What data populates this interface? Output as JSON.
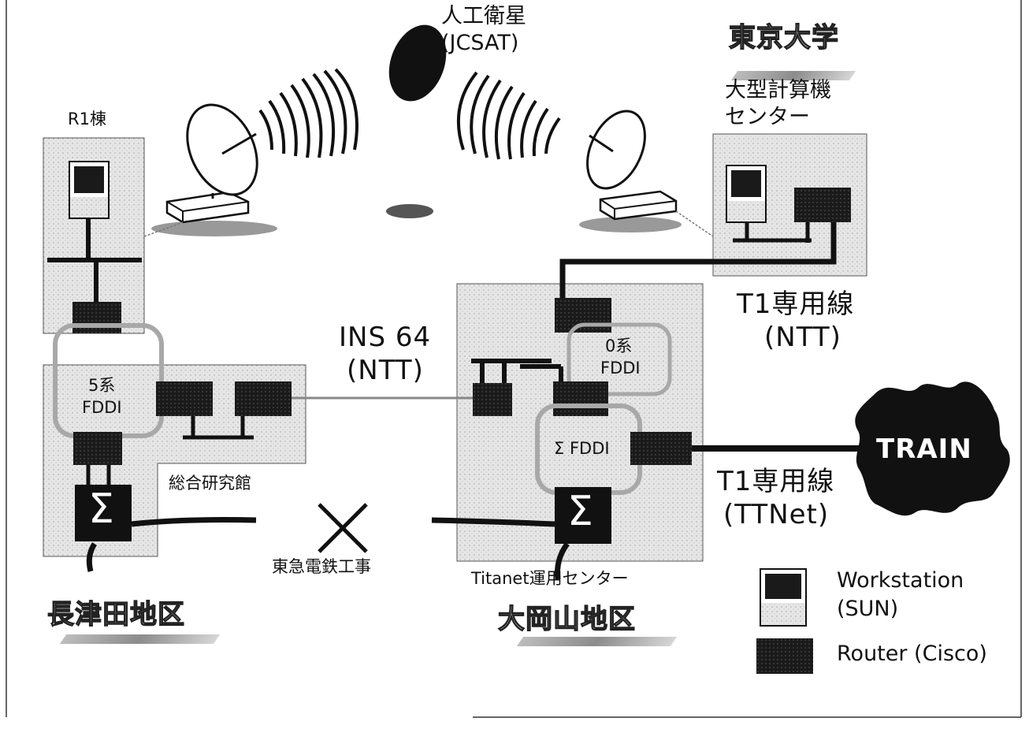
{
  "labels": {
    "satellite": "人工衛星",
    "satellite_name": "(JCSAT)",
    "tokyo_univ": "東京大学",
    "computer_center": "大型計算機",
    "computer_center_2": "センター",
    "r1": "R1棟",
    "ins64": "INS 64",
    "ins64_carrier": "(NTT)",
    "t1_ntt": "T1専用線",
    "t1_ntt_carrier": "(NTT)",
    "fddi0": "0系",
    "fddi0_b": "FDDI",
    "fddi5": "5系",
    "fddi5_b": "FDDI",
    "sigma_fddi": "Σ FDDI",
    "train": "TRAIN",
    "t1_tt": "T1専用線",
    "t1_tt_carrier": "(TTNet)",
    "sougou": "総合研究館",
    "tokyu": "東急電鉄工事",
    "titanet": "Titanet運用センター",
    "nagatsuta": "長津田地区",
    "ookayama": "大岡山地区",
    "sigma": "Σ"
  },
  "legend": {
    "workstation": "Workstation",
    "workstation_2": "(SUN)",
    "router": "Router (Cisco)"
  },
  "colors": {
    "ink": "#111111",
    "router": "#1a1a1a",
    "panel": "#e2e2e2",
    "fddi_ring": "#a8a8a8"
  }
}
